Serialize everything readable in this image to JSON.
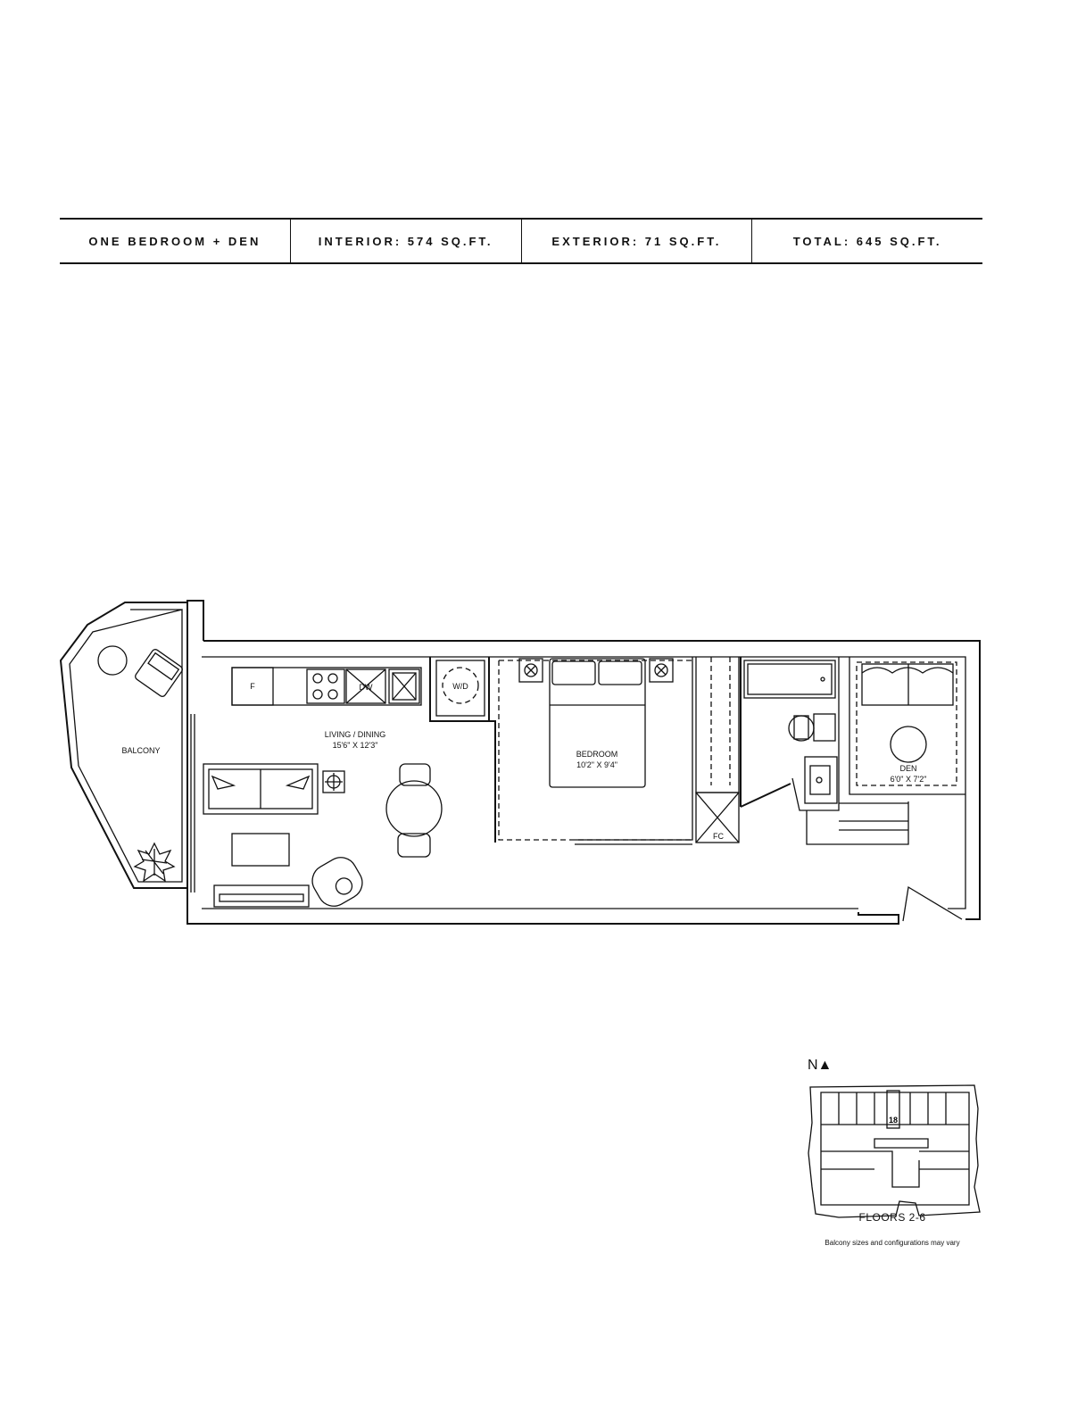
{
  "header": {
    "unit_type": "ONE BEDROOM + DEN",
    "interior": "INTERIOR: 574 SQ.FT.",
    "exterior": "EXTERIOR: 71 SQ.FT.",
    "total": "TOTAL: 645 SQ.FT."
  },
  "rooms": {
    "balcony": "BALCONY",
    "living_name": "LIVING / DINING",
    "living_size": "15'6\" X 12'3\"",
    "bedroom_name": "BEDROOM",
    "bedroom_size": "10'2\" X 9'4\"",
    "den_name": "DEN",
    "den_size": "6'0\" X 7'2\""
  },
  "fixtures": {
    "fridge": "F",
    "dishwasher": "DW",
    "washer_dryer": "W/D",
    "closet": "FC"
  },
  "keyplan": {
    "north": "N▲",
    "unit_number": "18",
    "floors": "FLOORS 2-6",
    "note": "Balcony sizes and configurations may vary"
  }
}
